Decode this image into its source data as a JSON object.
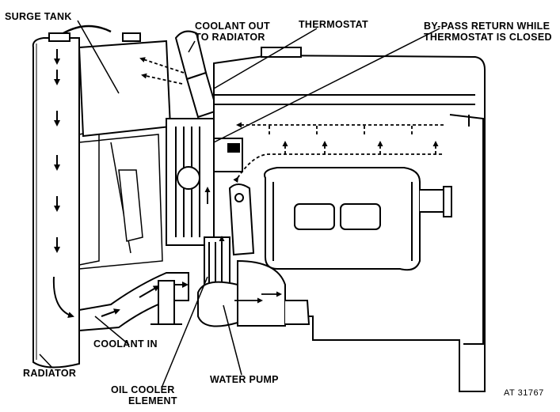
{
  "labels": {
    "surge_tank": "SURGE TANK",
    "coolant_out_line1": "COOLANT OUT",
    "coolant_out_line2": "TO RADIATOR",
    "thermostat": "THERMOSTAT",
    "bypass_line1": "BY-PASS RETURN WHILE",
    "bypass_line2": "THERMOSTAT IS CLOSED",
    "coolant_in": "COOLANT IN",
    "radiator": "RADIATOR",
    "oil_cooler_line1": "OIL COOLER",
    "oil_cooler_line2": "ELEMENT",
    "water_pump": "WATER PUMP",
    "figure_ref": "AT 31767"
  },
  "colors": {
    "ink": "#000000",
    "paper": "#ffffff"
  }
}
